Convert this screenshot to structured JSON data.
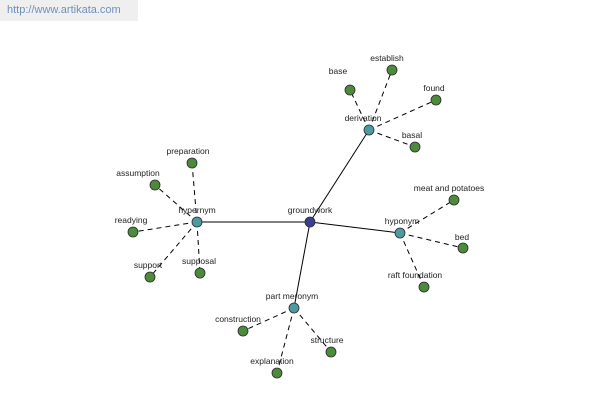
{
  "header": {
    "url": "http://www.artikata.com"
  },
  "colors": {
    "center_node": "#3b3f8f",
    "category_node": "#4d9aa0",
    "leaf_node": "#4c8a3c",
    "edge": "#000000"
  },
  "graph": {
    "center": {
      "id": "groundwork",
      "label": "groundwork"
    },
    "categories": [
      {
        "id": "derivation",
        "label": "derivation",
        "leaves": [
          {
            "id": "base",
            "label": "base"
          },
          {
            "id": "establish",
            "label": "establish"
          },
          {
            "id": "found",
            "label": "found"
          },
          {
            "id": "basal",
            "label": "basal"
          }
        ]
      },
      {
        "id": "hypernym",
        "label": "hypernym",
        "leaves": [
          {
            "id": "preparation",
            "label": "preparation"
          },
          {
            "id": "assumption",
            "label": "assumption"
          },
          {
            "id": "readying",
            "label": "readying"
          },
          {
            "id": "support",
            "label": "support"
          },
          {
            "id": "supposal",
            "label": "supposal"
          }
        ]
      },
      {
        "id": "hyponym",
        "label": "hyponym",
        "leaves": [
          {
            "id": "meat-and-potatoes",
            "label": "meat and potatoes"
          },
          {
            "id": "bed",
            "label": "bed"
          },
          {
            "id": "raft-foundation",
            "label": "raft foundation"
          }
        ]
      },
      {
        "id": "part-meronym",
        "label": "part meronym",
        "leaves": [
          {
            "id": "construction",
            "label": "construction"
          },
          {
            "id": "structure",
            "label": "structure"
          },
          {
            "id": "explanation",
            "label": "explanation"
          }
        ]
      }
    ]
  }
}
